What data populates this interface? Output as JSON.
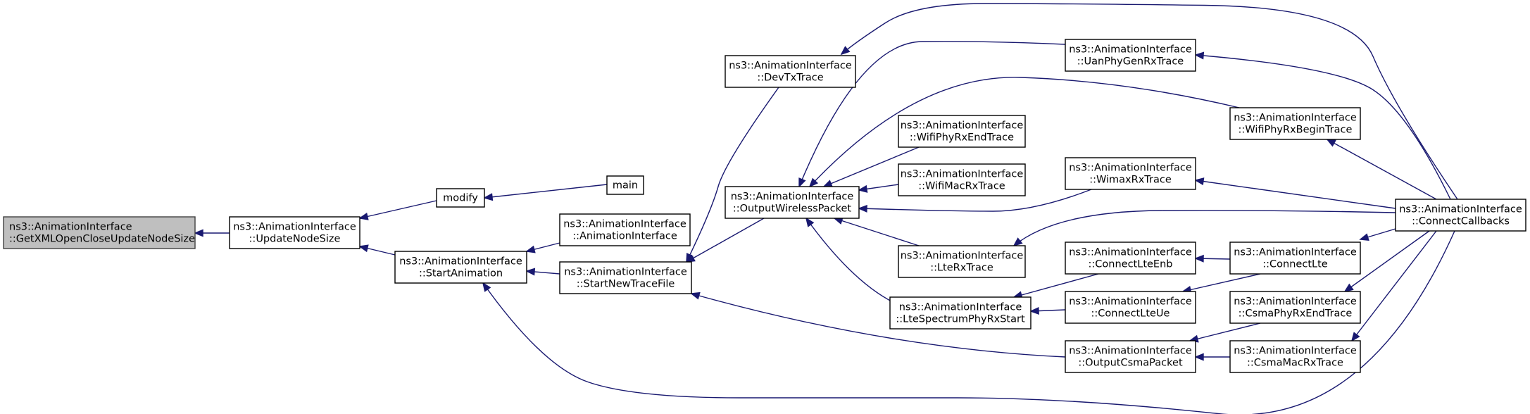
{
  "diagram": {
    "colors": {
      "edge": "#191970",
      "focus_fill": "#bfbfbf",
      "node_border": "#000000"
    },
    "nodes": [
      {
        "id": "getxml",
        "lines": [
          "ns3::AnimationInterface",
          "::GetXMLOpenCloseUpdateNodeSize"
        ],
        "focus": true
      },
      {
        "id": "updatenodesize",
        "lines": [
          "ns3::AnimationInterface",
          "::UpdateNodeSize"
        ]
      },
      {
        "id": "modify",
        "lines": [
          "modify"
        ]
      },
      {
        "id": "main",
        "lines": [
          "main"
        ]
      },
      {
        "id": "startanimation",
        "lines": [
          "ns3::AnimationInterface",
          "::StartAnimation"
        ]
      },
      {
        "id": "animationinterface",
        "lines": [
          "ns3::AnimationInterface",
          "::AnimationInterface"
        ]
      },
      {
        "id": "startnewtracefile",
        "lines": [
          "ns3::AnimationInterface",
          "::StartNewTraceFile"
        ]
      },
      {
        "id": "devtxtrace",
        "lines": [
          "ns3::AnimationInterface",
          "::DevTxTrace"
        ]
      },
      {
        "id": "outputwirelesspacket",
        "lines": [
          "ns3::AnimationInterface",
          "::OutputWirelessPacket"
        ]
      },
      {
        "id": "wifiphyrxendtrace",
        "lines": [
          "ns3::AnimationInterface",
          "::WifiPhyRxEndTrace"
        ]
      },
      {
        "id": "wifimacrxtrace",
        "lines": [
          "ns3::AnimationInterface",
          "::WifiMacRxTrace"
        ]
      },
      {
        "id": "ltexrtrace",
        "lines": [
          "ns3::AnimationInterface",
          "::LteRxTrace"
        ]
      },
      {
        "id": "ltespectrumphyrxstart",
        "lines": [
          "ns3::AnimationInterface",
          "::LteSpectrumPhyRxStart"
        ]
      },
      {
        "id": "uanphygenrxtrace",
        "lines": [
          "ns3::AnimationInterface",
          "::UanPhyGenRxTrace"
        ]
      },
      {
        "id": "wimaxrxtrace",
        "lines": [
          "ns3::AnimationInterface",
          "::WimaxRxTrace"
        ]
      },
      {
        "id": "connectlteenb",
        "lines": [
          "ns3::AnimationInterface",
          "::ConnectLteEnb"
        ]
      },
      {
        "id": "connectlteue",
        "lines": [
          "ns3::AnimationInterface",
          "::ConnectLteUe"
        ]
      },
      {
        "id": "outputcsmapacket",
        "lines": [
          "ns3::AnimationInterface",
          "::OutputCsmaPacket"
        ]
      },
      {
        "id": "wifiphyrxbegintrace",
        "lines": [
          "ns3::AnimationInterface",
          "::WifiPhyRxBeginTrace"
        ]
      },
      {
        "id": "connectlte",
        "lines": [
          "ns3::AnimationInterface",
          "::ConnectLte"
        ]
      },
      {
        "id": "csmaphyrxendtrace",
        "lines": [
          "ns3::AnimationInterface",
          "::CsmaPhyRxEndTrace"
        ]
      },
      {
        "id": "csmamacrxtrace",
        "lines": [
          "ns3::AnimationInterface",
          "::CsmaMacRxTrace"
        ]
      },
      {
        "id": "connectcallbacks",
        "lines": [
          "ns3::AnimationInterface",
          "::ConnectCallbacks"
        ]
      }
    ],
    "edges": [
      {
        "from": "updatenodesize",
        "to": "getxml"
      },
      {
        "from": "modify",
        "to": "updatenodesize"
      },
      {
        "from": "startanimation",
        "to": "updatenodesize"
      },
      {
        "from": "main",
        "to": "modify"
      },
      {
        "from": "animationinterface",
        "to": "startanimation"
      },
      {
        "from": "startnewtracefile",
        "to": "startanimation"
      },
      {
        "from": "connectcallbacks",
        "to": "startanimation"
      },
      {
        "from": "devtxtrace",
        "to": "startnewtracefile"
      },
      {
        "from": "outputwirelesspacket",
        "to": "startnewtracefile"
      },
      {
        "from": "outputcsmapacket",
        "to": "startnewtracefile"
      },
      {
        "from": "connectcallbacks",
        "to": "devtxtrace"
      },
      {
        "from": "uanphygenrxtrace",
        "to": "outputwirelesspacket"
      },
      {
        "from": "wifiphyrxbegintrace",
        "to": "outputwirelesspacket"
      },
      {
        "from": "wifiphyrxendtrace",
        "to": "outputwirelesspacket"
      },
      {
        "from": "wifimacrxtrace",
        "to": "outputwirelesspacket"
      },
      {
        "from": "wimaxrxtrace",
        "to": "outputwirelesspacket"
      },
      {
        "from": "ltexrtrace",
        "to": "outputwirelesspacket"
      },
      {
        "from": "ltespectrumphyrxstart",
        "to": "outputwirelesspacket"
      },
      {
        "from": "connectcallbacks",
        "to": "uanphygenrxtrace"
      },
      {
        "from": "connectcallbacks",
        "to": "wifiphyrxbegintrace"
      },
      {
        "from": "connectcallbacks",
        "to": "wimaxrxtrace"
      },
      {
        "from": "connectcallbacks",
        "to": "ltexrtrace"
      },
      {
        "from": "connectlteenb",
        "to": "ltespectrumphyrxstart"
      },
      {
        "from": "connectlteue",
        "to": "ltespectrumphyrxstart"
      },
      {
        "from": "connectlte",
        "to": "connectlteenb"
      },
      {
        "from": "connectlte",
        "to": "connectlteue"
      },
      {
        "from": "connectcallbacks",
        "to": "connectlte"
      },
      {
        "from": "csmaphyrxendtrace",
        "to": "outputcsmapacket"
      },
      {
        "from": "csmamacrxtrace",
        "to": "outputcsmapacket"
      },
      {
        "from": "connectcallbacks",
        "to": "csmaphyrxendtrace"
      },
      {
        "from": "connectcallbacks",
        "to": "csmamacrxtrace"
      }
    ]
  }
}
